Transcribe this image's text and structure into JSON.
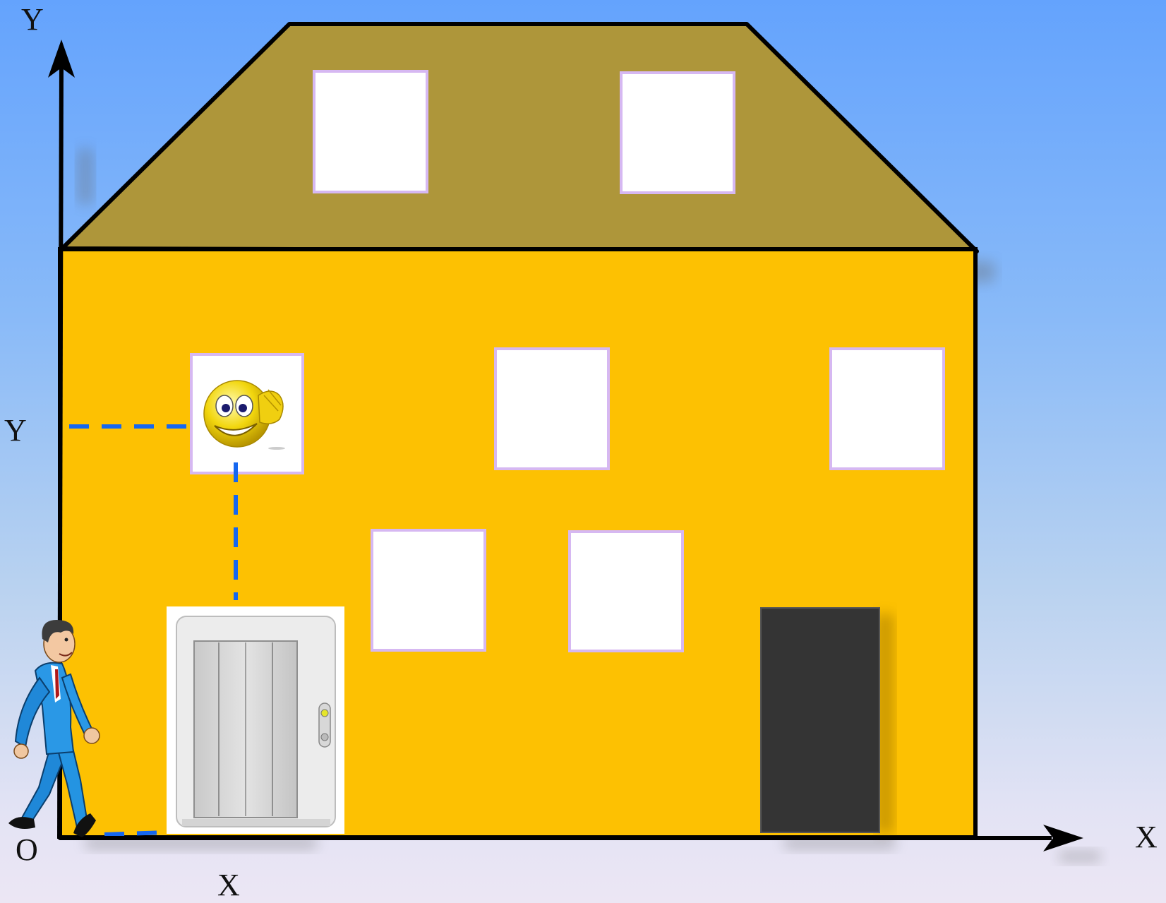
{
  "axes": {
    "y_label_top": "Y",
    "y_label_mid": "Y",
    "x_label_right": "X",
    "x_label_bottom": "X",
    "origin_label": "O"
  },
  "colors": {
    "roof": "#ae963a",
    "wall": "#fdc102",
    "window_fill": "#ffffff",
    "window_border": "#d6b8f2",
    "door": "#343434",
    "dashed_guides": "#1567f0",
    "elevator_frame": "#ffffff",
    "elevator_door": "#d5d5d5"
  },
  "icons": {
    "smiley": "saluting-smiley-icon",
    "person": "walking-businessman-icon",
    "elevator": "elevator-icon"
  }
}
